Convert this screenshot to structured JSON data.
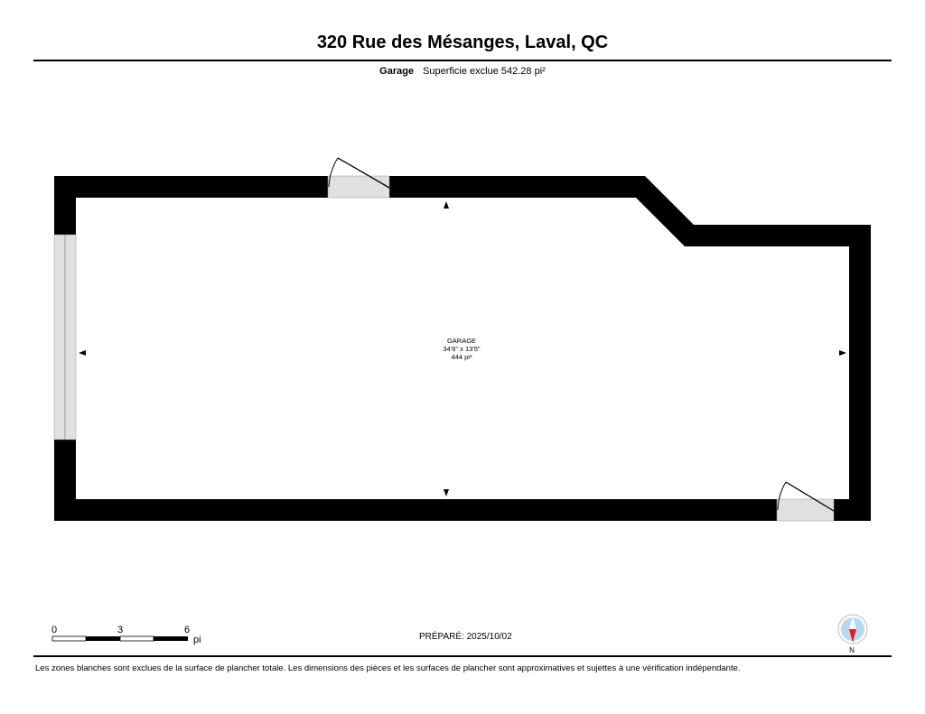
{
  "title": "320 Rue des Mésanges, Laval, QC",
  "subtitle": {
    "label": "Garage",
    "text": "Superficie exclue 542.28 pi²"
  },
  "room": {
    "name": "GARAGE",
    "dimensions": "34'6\" x 13'5\"",
    "area": "444 pi²"
  },
  "scale": {
    "ticks": [
      "0",
      "3",
      "6"
    ],
    "unit": "pi"
  },
  "prepared": "PRÉPARÉ: 2025/10/02",
  "compass": {
    "label": "N",
    "icon": "compass-icon"
  },
  "note": "Les zones blanches sont exclues de la surface de plancher totale. Les dimensions des pièces et les surfaces de plancher sont approximatives et sujettes à une vérification indépendante.",
  "colors": {
    "wall": "#000000",
    "opening": "#e0e0e0",
    "compass_bg": "#b8d8f0",
    "needle": "#e02020"
  }
}
